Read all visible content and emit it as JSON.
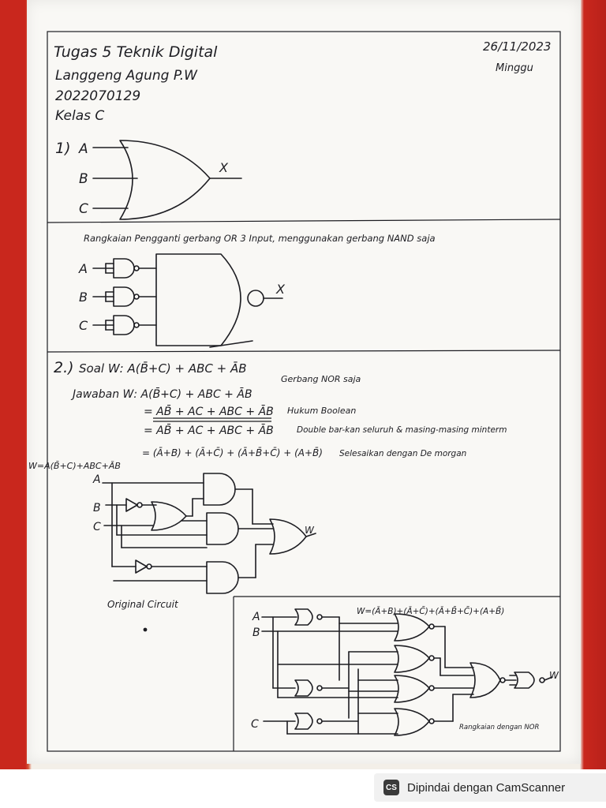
{
  "header": {
    "title": "Tugas 5 Teknik Digital",
    "name": "Langgeng Agung P.W",
    "nim": "2022070129",
    "kelas": "Kelas C",
    "date": "26/11/2023",
    "day": "Minggu"
  },
  "q1": {
    "number": "1)",
    "inputs": [
      "A",
      "B",
      "C"
    ],
    "output": "X",
    "subtitle": "Rangkaian Pengganti gerbang OR 3 Input, menggunakan gerbang NAND saja",
    "nand_inputs": [
      "A",
      "B",
      "C"
    ],
    "nand_output": "X"
  },
  "q2": {
    "number": "2.)",
    "soal": "Soal W: A(B̄+C) + ABC + ĀB",
    "soal_note": "Gerbang NOR saja",
    "jawaban_line1": "Jawaban W: A(B̄+C) + ABC + ĀB",
    "line2": "= AB̄ + AC + ABC + ĀB",
    "line2_note": "Hukum Boolean",
    "line3": "= AB̄ + AC + ABC + ĀB",
    "line3_note": "Double bar-kan seluruh & masing-masing minterm",
    "line4": "= (Ā+B) + (Ā+C̄) + (Ā+B̄+C̄) + (A+B̄)",
    "line4_note": "Selesaikan dengan De morgan",
    "orig_expr": "W=A(B̄+C)+ABC+ĀB",
    "orig_inputs": [
      "A",
      "B",
      "C"
    ],
    "orig_output": "W",
    "orig_caption": "Original Circuit",
    "nor_expr": "W=(Ā+B)+(Ā+C̄)+(Ā+B̄+C̄)+(A+B̄)",
    "nor_inputs": [
      "A",
      "B",
      "C"
    ],
    "nor_output": "W",
    "nor_caption": "Rangkaian dengan NOR"
  },
  "footer": {
    "logo": "CS",
    "text": "Dipindai dengan CamScanner"
  },
  "colors": {
    "ink": "#1d1d22",
    "paper": "#f9f8f5",
    "frame": "#c9271d"
  }
}
